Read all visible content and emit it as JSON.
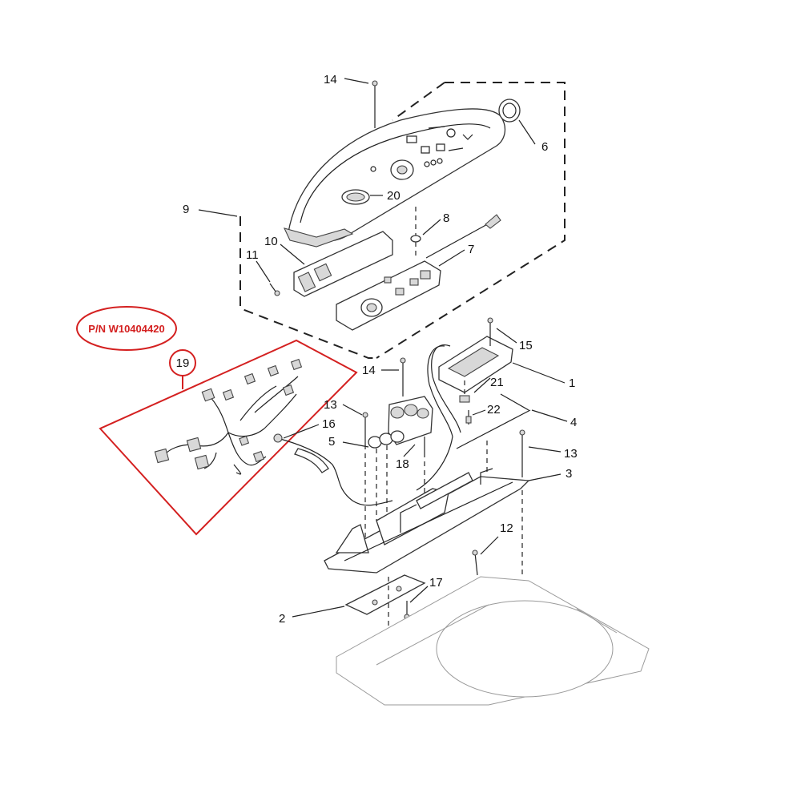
{
  "diagram": {
    "part_number_label": "P/N W10404420",
    "highlight_callout": "19",
    "callouts": [
      {
        "id": "c14a",
        "text": "14"
      },
      {
        "id": "c6",
        "text": "6"
      },
      {
        "id": "c9",
        "text": "9"
      },
      {
        "id": "c20",
        "text": "20"
      },
      {
        "id": "c8",
        "text": "8"
      },
      {
        "id": "c7",
        "text": "7"
      },
      {
        "id": "c10",
        "text": "10"
      },
      {
        "id": "c11",
        "text": "11"
      },
      {
        "id": "c15",
        "text": "15"
      },
      {
        "id": "c14b",
        "text": "14"
      },
      {
        "id": "c1",
        "text": "1"
      },
      {
        "id": "c21",
        "text": "21"
      },
      {
        "id": "c13a",
        "text": "13"
      },
      {
        "id": "c22",
        "text": "22"
      },
      {
        "id": "c4",
        "text": "4"
      },
      {
        "id": "c16",
        "text": "16"
      },
      {
        "id": "c5",
        "text": "5"
      },
      {
        "id": "c18",
        "text": "18"
      },
      {
        "id": "c13b",
        "text": "13"
      },
      {
        "id": "c3",
        "text": "3"
      },
      {
        "id": "c12",
        "text": "12"
      },
      {
        "id": "c17",
        "text": "17"
      },
      {
        "id": "c2",
        "text": "2"
      }
    ]
  },
  "colors": {
    "highlight": "#d42020",
    "line": "#222222"
  }
}
